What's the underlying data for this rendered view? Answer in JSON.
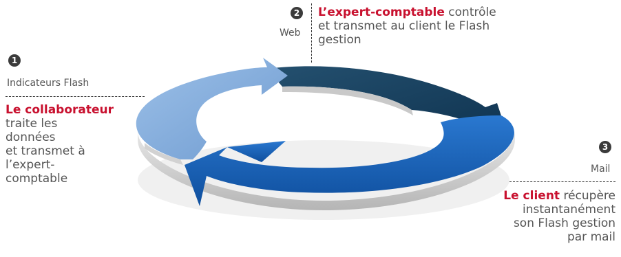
{
  "steps": [
    {
      "number": "1",
      "channel": "Indicateurs Flash",
      "actor": "Le collaborateur",
      "lines": [
        "traite les",
        "données",
        "et transmet à",
        "l’expert-",
        "comptable"
      ],
      "arrow_color": "#7ea8d8"
    },
    {
      "number": "2",
      "channel": "Web",
      "actor": "L’expert-comptable",
      "actor_suffix": " contrôle",
      "lines": [
        "et transmet au client le Flash",
        "gestion"
      ],
      "arrow_color": "#173f5f"
    },
    {
      "number": "3",
      "channel": "Mail",
      "actor": "Le client",
      "actor_suffix": " récupère",
      "lines": [
        "instantanément",
        "son Flash gestion",
        "par mail"
      ],
      "arrow_color": "#1862b8"
    }
  ],
  "accent_color": "#c8102e"
}
